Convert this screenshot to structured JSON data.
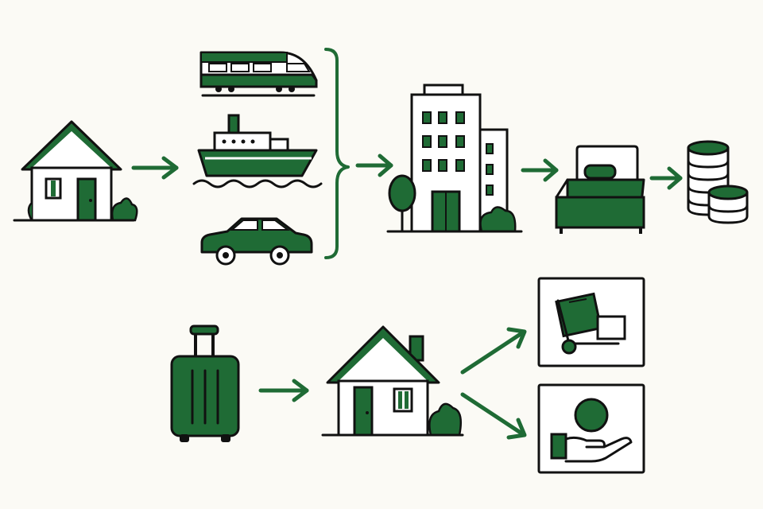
{
  "diagram": {
    "background": "#fbfaf5",
    "ink": "#111111",
    "accent": "#1f6b35",
    "fill": "#ffffff",
    "nodes": [
      {
        "id": "home-start",
        "icon": "house-icon"
      },
      {
        "id": "train",
        "icon": "train-icon"
      },
      {
        "id": "ship",
        "icon": "ship-icon"
      },
      {
        "id": "car",
        "icon": "car-icon"
      },
      {
        "id": "hotel",
        "icon": "hotel-building-icon"
      },
      {
        "id": "bed",
        "icon": "bed-icon"
      },
      {
        "id": "coins",
        "icon": "coins-stack-icon"
      },
      {
        "id": "luggage",
        "icon": "suitcase-icon"
      },
      {
        "id": "home-return",
        "icon": "house-icon"
      },
      {
        "id": "delivery",
        "icon": "package-trolley-icon"
      },
      {
        "id": "refund",
        "icon": "hand-coin-icon"
      }
    ],
    "connectors": [
      {
        "from": "home-start",
        "to": "transport-group",
        "type": "arrow"
      },
      {
        "from": "transport-group",
        "to": "hotel",
        "type": "bracket-arrow"
      },
      {
        "from": "hotel",
        "to": "bed",
        "type": "arrow"
      },
      {
        "from": "bed",
        "to": "coins",
        "type": "arrow"
      },
      {
        "from": "luggage",
        "to": "home-return",
        "type": "arrow"
      },
      {
        "from": "home-return",
        "to": "delivery",
        "type": "arrow"
      },
      {
        "from": "home-return",
        "to": "refund",
        "type": "arrow"
      }
    ]
  }
}
